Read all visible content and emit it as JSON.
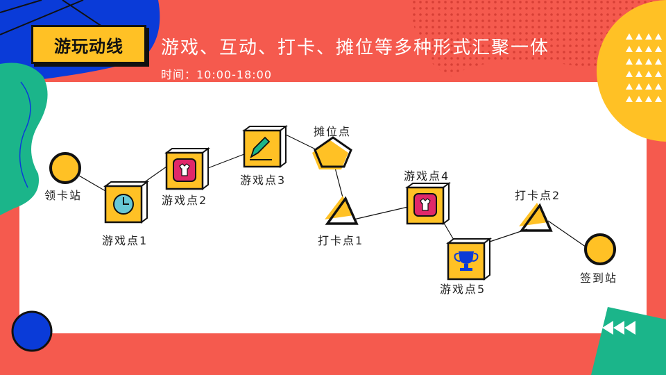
{
  "header": {
    "title": "游玩动线",
    "subtitle": "游戏、互动、打卡、摊位等多种形式汇聚一体",
    "time": "时间：10:00-18:00"
  },
  "colors": {
    "background": "#F55A4E",
    "panel": "#FFFFFF",
    "accent_yellow": "#FFC125",
    "accent_blue": "#0A3BD8",
    "accent_green": "#1BB58A",
    "accent_pink": "#E0286A",
    "outline": "#111111"
  },
  "nodes": [
    {
      "id": "card-station",
      "label": "领卡站",
      "icon": "circle-marker"
    },
    {
      "id": "game-1",
      "label": "游戏点1",
      "icon": "clock-icon"
    },
    {
      "id": "game-2",
      "label": "游戏点2",
      "icon": "tshirt-icon"
    },
    {
      "id": "game-3",
      "label": "游戏点3",
      "icon": "pencil-icon"
    },
    {
      "id": "booth",
      "label": "摊位点",
      "icon": "pentagon-marker"
    },
    {
      "id": "checkin-1",
      "label": "打卡点1",
      "icon": "triangle-marker"
    },
    {
      "id": "game-4",
      "label": "游戏点4",
      "icon": "tshirt-icon"
    },
    {
      "id": "game-5",
      "label": "游戏点5",
      "icon": "trophy-icon"
    },
    {
      "id": "checkin-2",
      "label": "打卡点2",
      "icon": "triangle-marker"
    },
    {
      "id": "signin-station",
      "label": "签到站",
      "icon": "circle-marker"
    }
  ],
  "edges": [
    [
      "card-station",
      "game-1"
    ],
    [
      "game-1",
      "game-2"
    ],
    [
      "game-2",
      "game-3"
    ],
    [
      "game-3",
      "booth"
    ],
    [
      "booth",
      "checkin-1"
    ],
    [
      "checkin-1",
      "game-4"
    ],
    [
      "game-4",
      "game-5"
    ],
    [
      "game-5",
      "checkin-2"
    ],
    [
      "checkin-2",
      "signin-station"
    ]
  ],
  "decorations": {
    "fast-forward-icon": "rewind-arrows-icon"
  }
}
